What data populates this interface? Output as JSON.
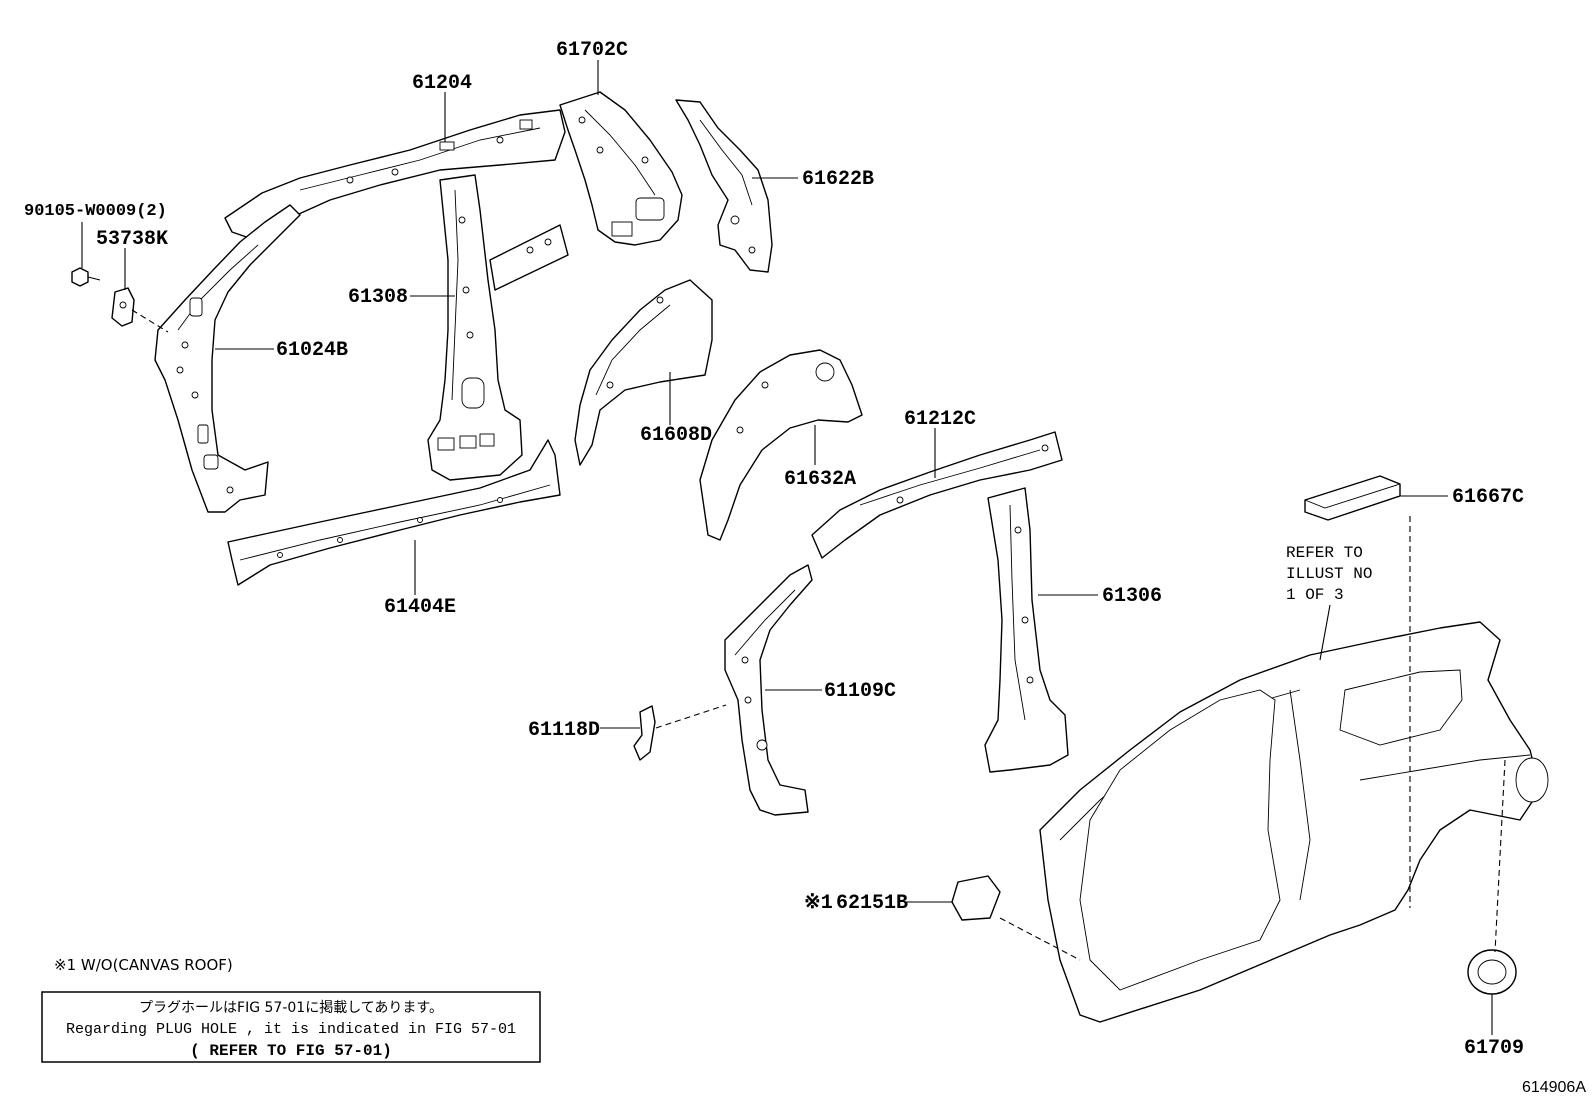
{
  "parts": {
    "p61702C": "61702C",
    "p61204": "61204",
    "p61622B": "61622B",
    "p90105": "90105-W0009(2)",
    "p53738K": "53738K",
    "p61308": "61308",
    "p61024B": "61024B",
    "p61608D": "61608D",
    "p61632A": "61632A",
    "p61212C": "61212C",
    "p61404E": "61404E",
    "p61667C": "61667C",
    "p61306": "61306",
    "p61109C": "61109C",
    "p61118D": "61118D",
    "p62151B": "62151B",
    "p61709": "61709"
  },
  "marker": "※1",
  "refer_note": [
    "REFER TO",
    "ILLUST NO",
    "1 OF 3"
  ],
  "footnote": "※1 W/O(CANVAS ROOF)",
  "notice_box": {
    "line1": "プラグホールはFIG 57-01に掲載してあります。",
    "line2": "Regarding PLUG HOLE , it is indicated in FIG 57-01",
    "line3": "( REFER TO FIG 57-01)"
  },
  "figure_id": "614906A"
}
